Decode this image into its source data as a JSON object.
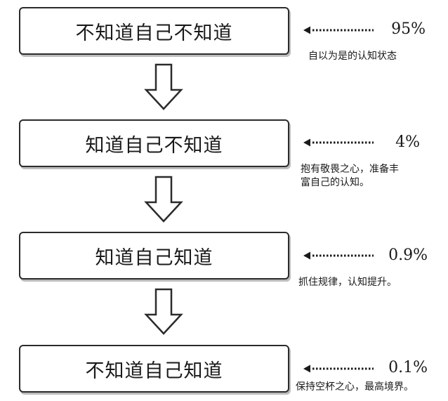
{
  "diagram": {
    "stages": [
      {
        "label": "不知道自己不知道",
        "percent": "95%",
        "note_lines": [
          "自以为是的认知状态"
        ]
      },
      {
        "label": "知道自己不知道",
        "percent": "4%",
        "note_lines": [
          "抱有敬畏之心，准备丰",
          "富自己的认知。"
        ]
      },
      {
        "label": "知道自己知道",
        "percent": "0.9%",
        "note_lines": [
          "抓住规律，认知提升。"
        ]
      },
      {
        "label": "不知道自己知道",
        "percent": "0.1%",
        "note_lines": [
          "保持空杯之心，最高境界。"
        ]
      }
    ]
  }
}
